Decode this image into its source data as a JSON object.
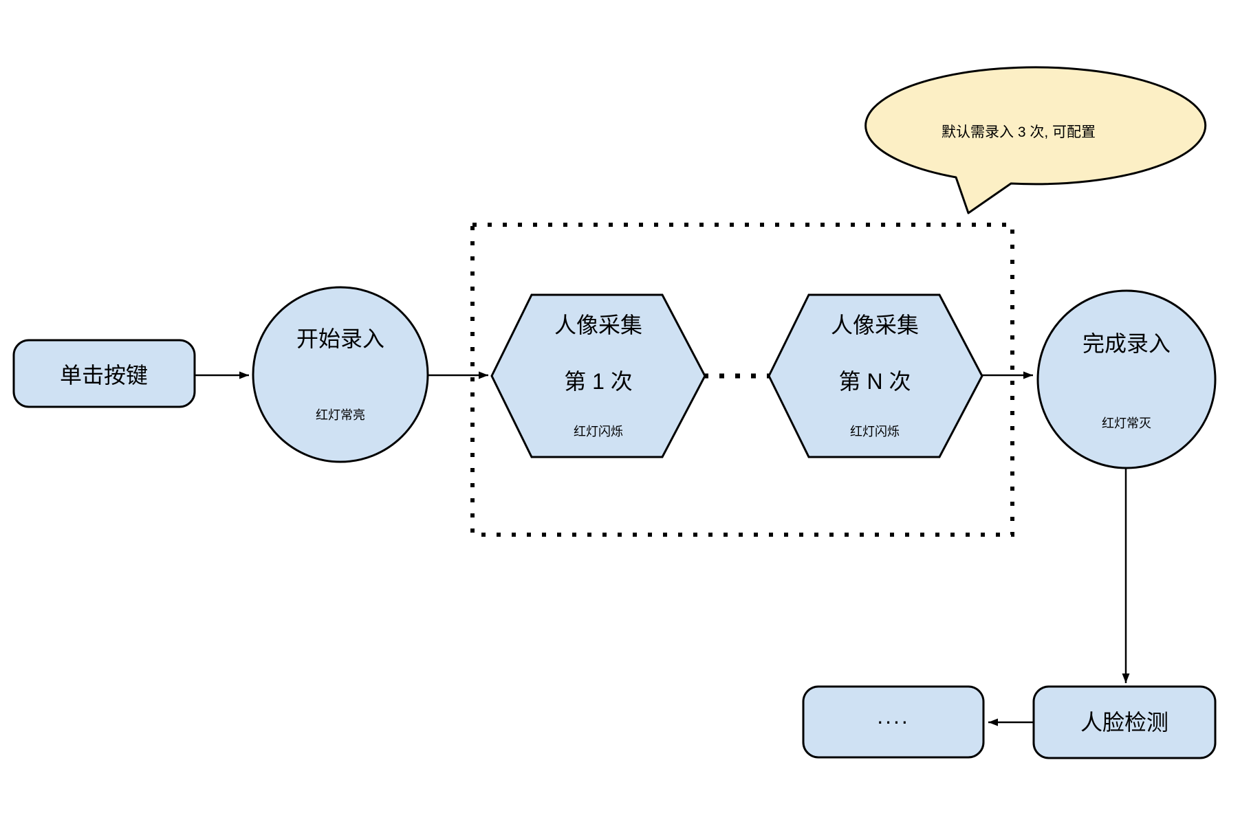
{
  "colors": {
    "node_fill": "#cfe1f3",
    "node_stroke": "#000000",
    "callout_fill": "#fcefc5",
    "background": "#ffffff"
  },
  "callout": {
    "text": "默认需录入 3 次, 可配置"
  },
  "nodes": {
    "click_button": {
      "label": "单击按键"
    },
    "start_enroll": {
      "label": "开始录入",
      "status": "红灯常亮"
    },
    "capture_first": {
      "title": "人像采集",
      "subtitle": "第 1 次",
      "status": "红灯闪烁"
    },
    "capture_nth": {
      "title": "人像采集",
      "subtitle": "第 N 次",
      "status": "红灯闪烁"
    },
    "finish_enroll": {
      "label": "完成录入",
      "status": "红灯常灭"
    },
    "face_detection": {
      "label": "人脸检测"
    },
    "ellipsis": {
      "label": "...."
    }
  }
}
